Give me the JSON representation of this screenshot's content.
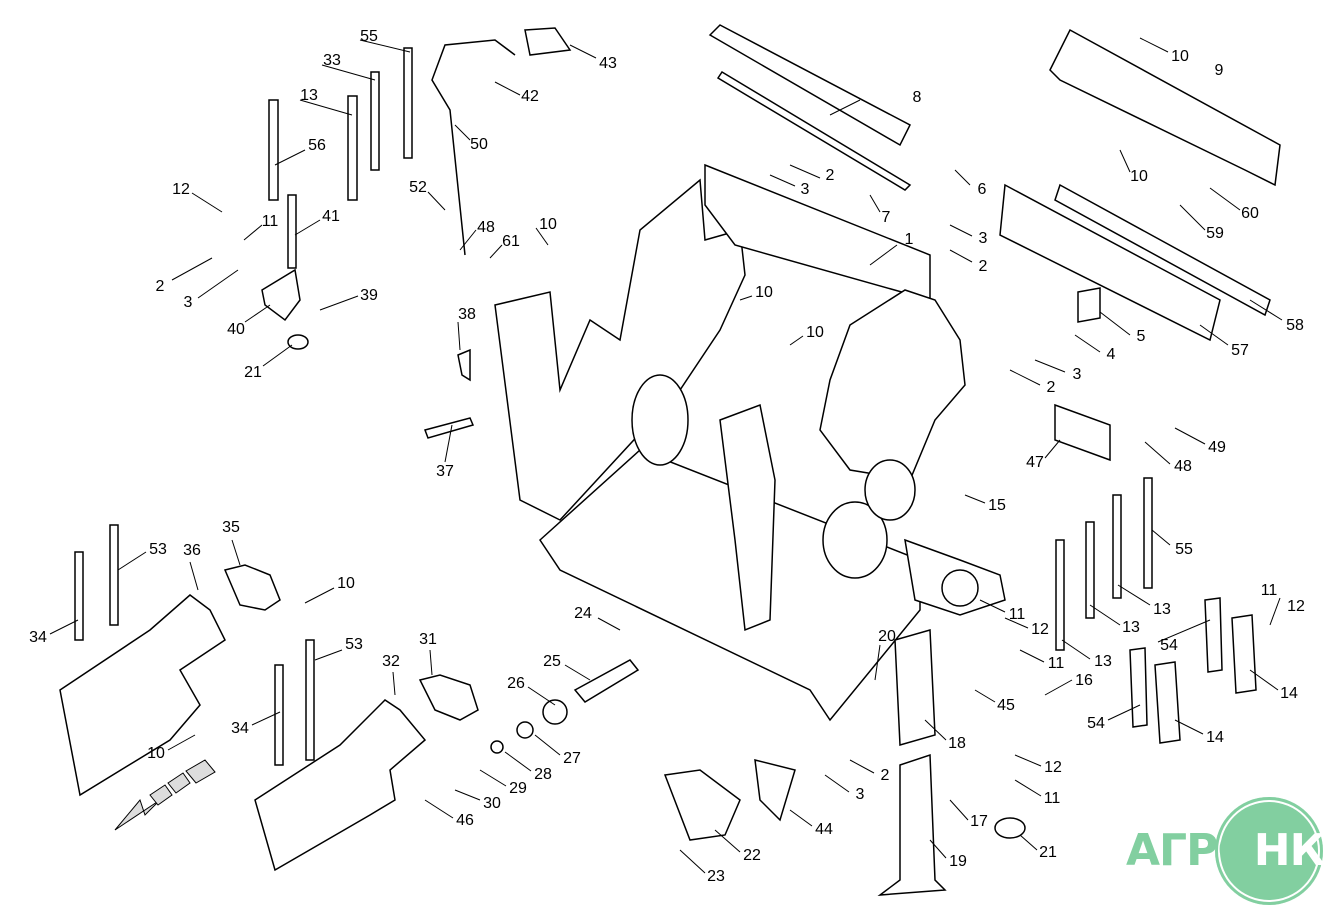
{
  "callouts": [
    "55",
    "33",
    "13",
    "56",
    "12",
    "11",
    "41",
    "2",
    "3",
    "39",
    "40",
    "21",
    "52",
    "50",
    "42",
    "43",
    "48",
    "61",
    "10",
    "38",
    "37",
    "8",
    "2",
    "3",
    "7",
    "6",
    "3",
    "2",
    "1",
    "10",
    "10",
    "10",
    "9",
    "10",
    "60",
    "59",
    "58",
    "57",
    "5",
    "4",
    "3",
    "2",
    "49",
    "48",
    "47",
    "15",
    "55",
    "13",
    "13",
    "13",
    "11",
    "12",
    "11",
    "16",
    "45",
    "54",
    "11",
    "12",
    "14",
    "54",
    "14",
    "20",
    "18",
    "12",
    "11",
    "17",
    "21",
    "19",
    "2",
    "3",
    "44",
    "22",
    "23",
    "24",
    "25",
    "26",
    "27",
    "28",
    "29",
    "30",
    "46",
    "35",
    "36",
    "53",
    "10",
    "34",
    "10",
    "31",
    "32",
    "53",
    "34"
  ],
  "logo": {
    "text_left": "АГРО",
    "text_right": "НКА"
  },
  "colors": {
    "line": "#000000",
    "logo": "#82cfa0"
  }
}
